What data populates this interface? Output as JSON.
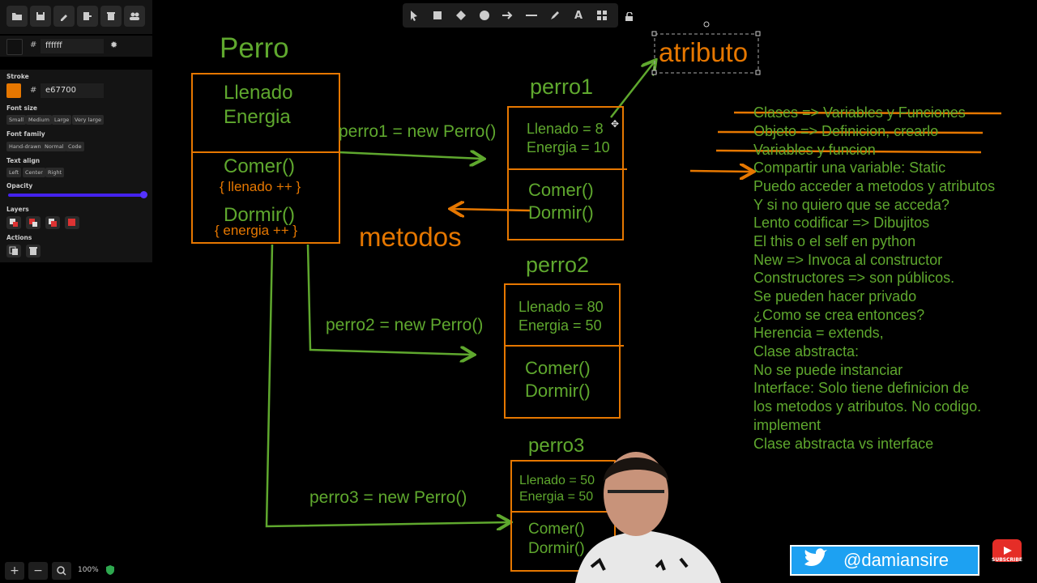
{
  "toolbar": {
    "icons": [
      "folder-open-icon",
      "save-icon",
      "export-icon",
      "share-icon",
      "trash-icon",
      "users-icon"
    ]
  },
  "background_color": {
    "hash": "#",
    "value": "ffffff"
  },
  "properties": {
    "stroke_label": "Stroke",
    "stroke_hash": "#",
    "stroke_value": "e67700",
    "stroke_color": "#e67700",
    "font_size_label": "Font size",
    "font_sizes": [
      "Small",
      "Medium",
      "Large",
      "Very large"
    ],
    "font_family_label": "Font family",
    "font_families": [
      "Hand-drawn",
      "Normal",
      "Code"
    ],
    "text_align_label": "Text align",
    "text_aligns": [
      "Left",
      "Center",
      "Right"
    ],
    "opacity_label": "Opacity",
    "opacity": 1.0,
    "layers_label": "Layers",
    "actions_label": "Actions"
  },
  "draw_tools": [
    "pointer",
    "rectangle",
    "diamond",
    "ellipse",
    "arrow",
    "line",
    "pencil",
    "text",
    "library",
    "lock"
  ],
  "canvas": {
    "class_title": "Perro",
    "class_attrs": [
      "Llenado",
      "Energia"
    ],
    "class_method1": "Comer()",
    "class_method1_body": "{ llenado ++ }",
    "class_method2": "Dormir()",
    "class_method2_body": "{ energia ++ }",
    "metodos_label": "metodos",
    "atributo_label": "atributo",
    "instances": [
      {
        "title": "perro1",
        "new_expr": "perro1 = new Perro()",
        "attrs": [
          "Llenado = 8",
          "Energia = 10"
        ],
        "methods": [
          "Comer()",
          "Dormir()"
        ]
      },
      {
        "title": "perro2",
        "new_expr": "perro2 = new Perro()",
        "attrs": [
          "Llenado = 80",
          "Energia = 50"
        ],
        "methods": [
          "Comer()",
          "Dormir()"
        ]
      },
      {
        "title": "perro3",
        "new_expr": "perro3 = new Perro()",
        "attrs": [
          "Llenado = 50",
          "Energia = 50"
        ],
        "methods": [
          "Comer()",
          "Dormir()"
        ]
      }
    ],
    "notes_struck": [
      "Clases => Variables y Funciones",
      "Objeto => Definicion, crearlo",
      "Variables y funcion"
    ],
    "notes": [
      "Compartir una variable: Static",
      "Puedo acceder a metodos y atributos",
      "Y si no quiero que se acceda?",
      "Lento codificar => Dibujitos",
      "El this o el self en python",
      "New => Invoca al constructor",
      "Constructores => son públicos.",
      "Se pueden hacer privado",
      "¿Como se crea entonces?",
      "Herencia = extends,",
      "Clase abstracta:",
      "No se puede instanciar",
      "Interface: Solo tiene definicion de",
      "los metodos y atributos. No codigo.",
      "implement",
      "Clase abstracta vs interface"
    ]
  },
  "zoom": {
    "value": "100%"
  },
  "overlay": {
    "twitter_handle": "@damiansire",
    "subscribe_label": "SUBSCRIBE"
  }
}
